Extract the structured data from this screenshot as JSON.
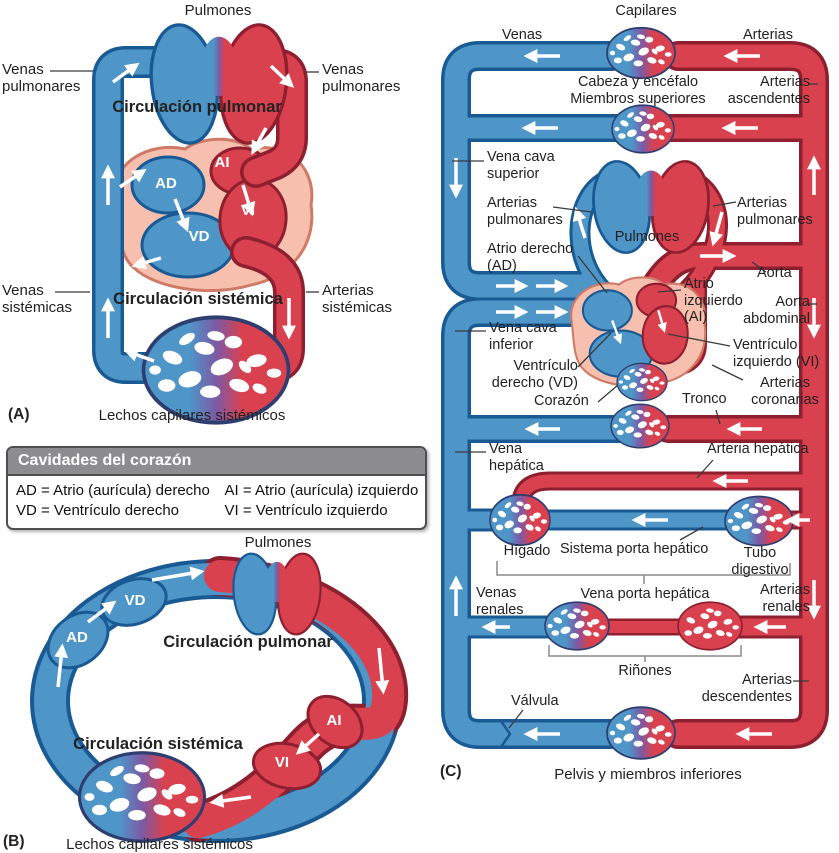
{
  "palette": {
    "vein_blue": "#4e95c8",
    "vein_blue_dark": "#1a5a94",
    "artery_red": "#d9414f",
    "artery_red_dark": "#8e1f2e",
    "heart_pink": "#f6bfae",
    "heart_pink_dark": "#cf7a66",
    "capillary_purple": "#7b5aa6",
    "text": "#222222",
    "legend_header_bg": "#8d8d90"
  },
  "panel_a": {
    "tag": "(A)",
    "pulmones": "Pulmones",
    "venas_pulmonares_left": "Venas\npulmonares",
    "venas_pulmonares_right": "Venas\npulmonares",
    "circulacion_pulmonar": "Circulación pulmonar",
    "ad": "AD",
    "ai": "AI",
    "vd": "VD",
    "vi": "VI",
    "venas_sistemicas": "Venas\nsistémicas",
    "circulacion_sistemica": "Circulación sistémica",
    "arterias_sistemicas": "Arterias\nsistémicas",
    "caption": "Lechos capilares sistémicos"
  },
  "legend": {
    "title": "Cavidades del corazón",
    "items": [
      "AD = Atrio (aurícula) derecho",
      "AI = Atrio (aurícula) izquierdo",
      "VD = Ventrículo derecho",
      "VI = Ventrículo izquierdo"
    ]
  },
  "panel_b": {
    "tag": "(B)",
    "pulmones": "Pulmones",
    "vd": "VD",
    "ad": "AD",
    "ai": "AI",
    "vi": "VI",
    "circulacion_pulmonar": "Circulación pulmonar",
    "circulacion_sistemica": "Circulación sistémica",
    "caption": "Lechos capilares sistémicos"
  },
  "panel_c": {
    "tag": "(C)",
    "capilares": "Capilares",
    "venas": "Venas",
    "arterias": "Arterias",
    "cabeza": "Cabeza y encéfalo\nMiembros superiores",
    "arterias_ascendentes": "Arterias\nascendentes",
    "vena_cava_superior": "Vena cava\nsuperior",
    "arterias_pulmonares_izq": "Arterias\npulmonares",
    "pulmones": "Pulmones",
    "arterias_pulmonares_der": "Arterias\npulmonares",
    "atrio_derecho": "Atrio derecho\n(AD)",
    "atrio_izquierdo": "Atrio\nizquierdo\n(AI)",
    "aorta": "Aorta",
    "aorta_abdominal": "Aorta\nabdominal",
    "vena_cava_inferior": "Vena cava\ninferior",
    "ventriculo_izquierdo": "Ventrículo\nizquierdo (VI)",
    "ventriculo_derecho": "Ventrículo\nderecho (VD)",
    "corazon": "Corazón",
    "arterias_coronarias": "Arterias\ncoronarias",
    "tronco": "Tronco",
    "vena_hepatica": "Vena\nhepática",
    "arteria_hepatica": "Arteria hepática",
    "higado": "Hígado",
    "sistema_porta": "Sistema porta hepático",
    "tubo_digestivo": "Tubo\ndigestivo",
    "venas_renales": "Venas\nrenales",
    "vena_porta_hepatica": "Vena porta hepática",
    "arterias_renales": "Arterias\nrenales",
    "rinones": "Riñones",
    "valvula": "Válvula",
    "arterias_descendentes": "Arterias\ndescendentes",
    "caption": "Pelvis y miembros inferiores"
  }
}
